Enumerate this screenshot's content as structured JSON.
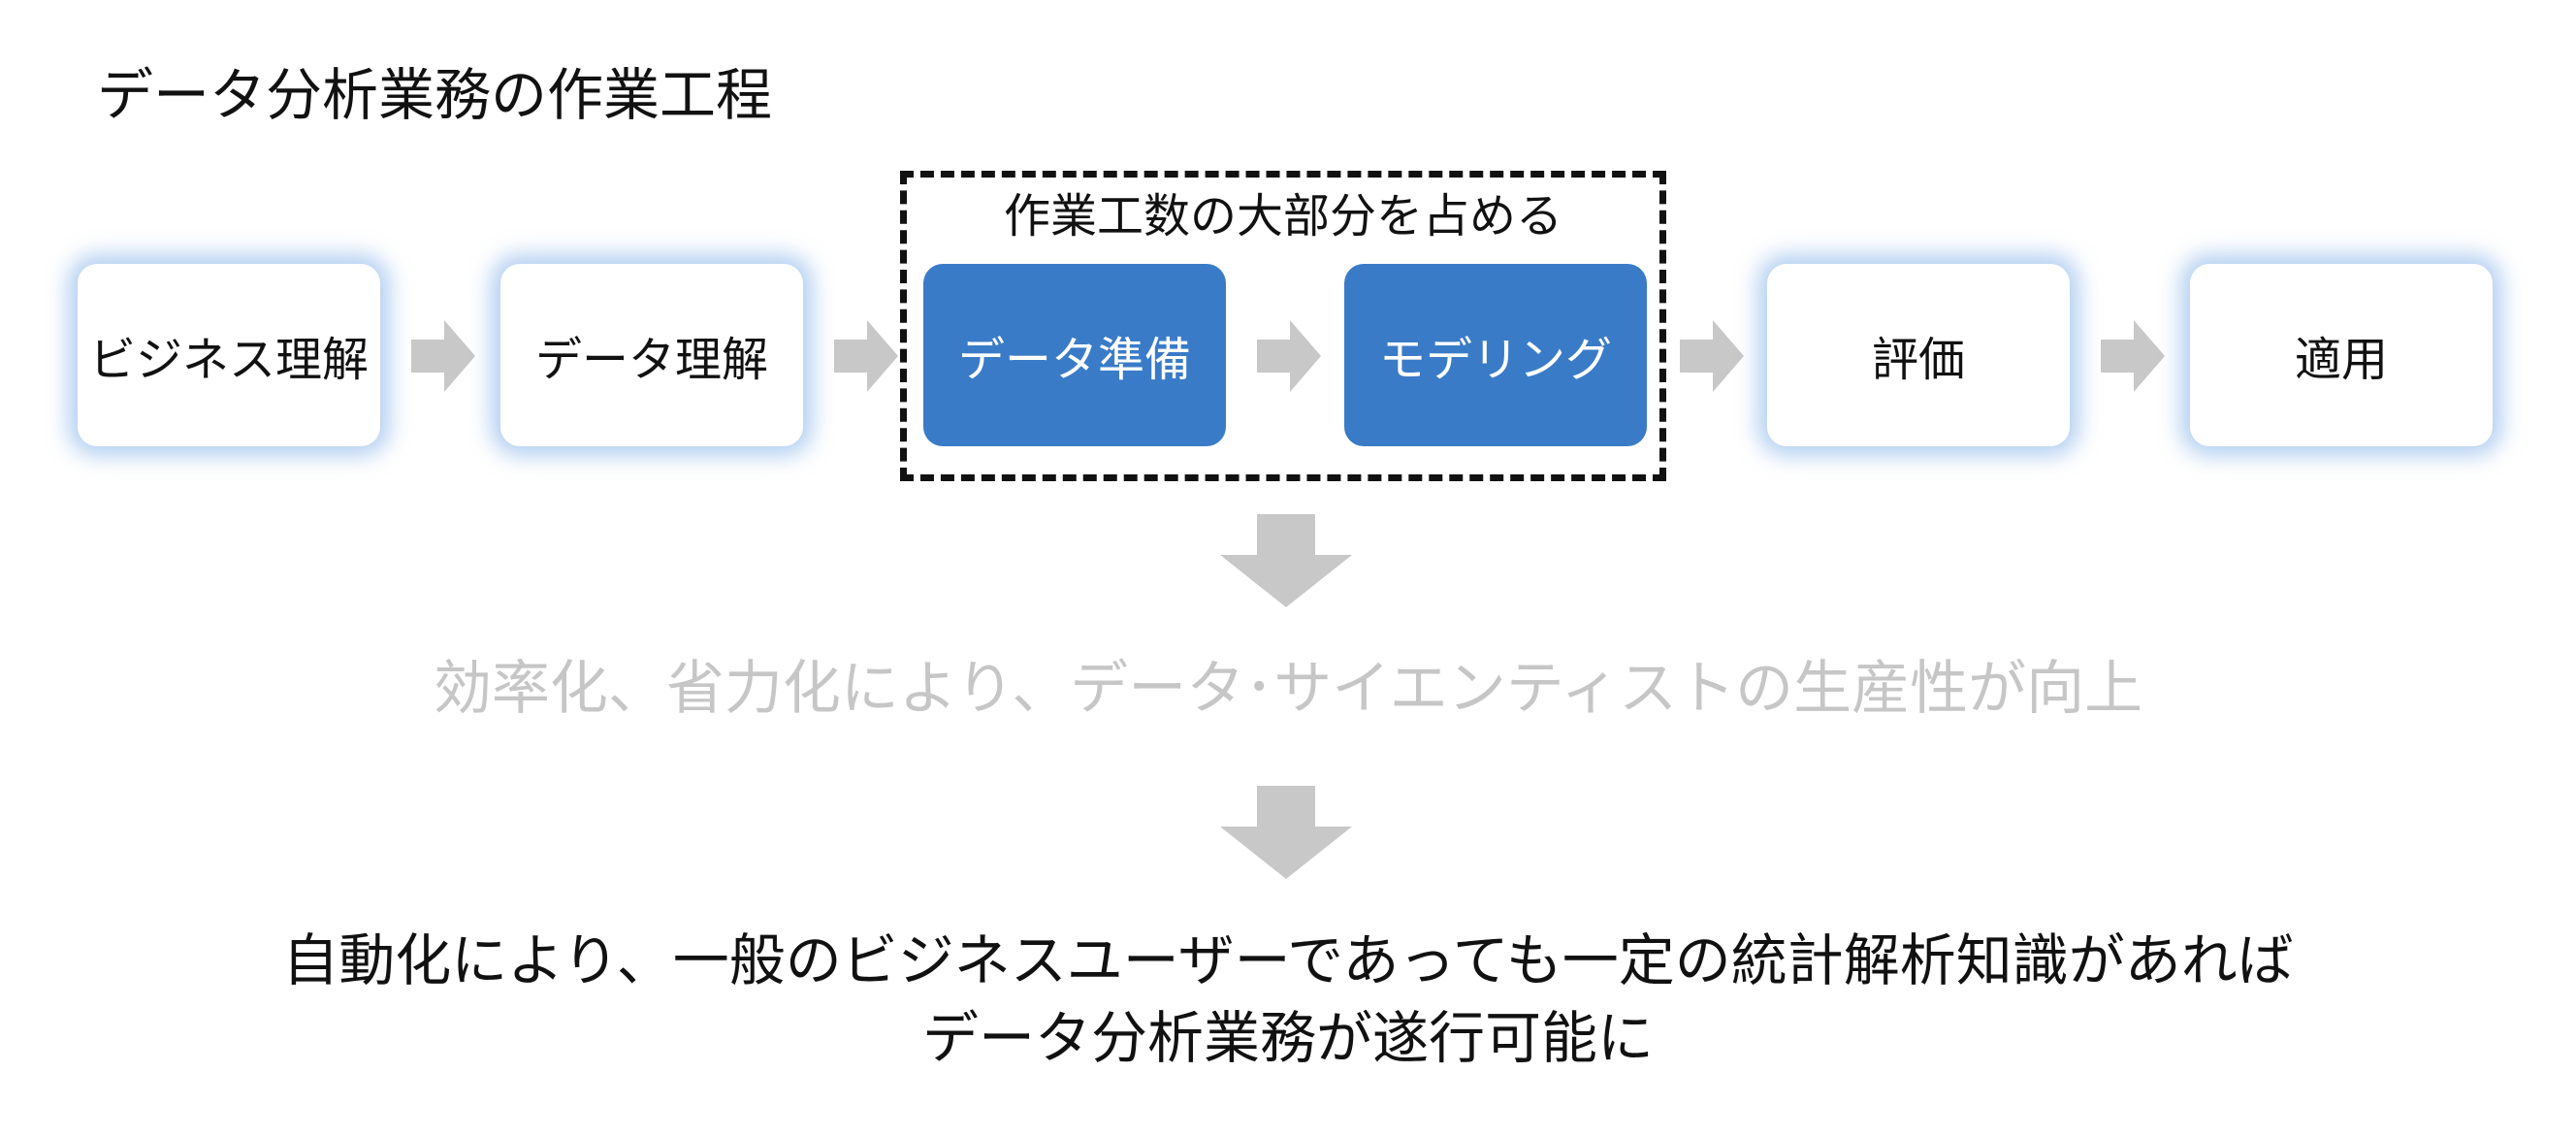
{
  "title": "データ分析業務の作業工程",
  "group_label": "作業工数の大部分を占める",
  "steps": [
    {
      "label": "ビジネス理解",
      "highlighted": false
    },
    {
      "label": "データ理解",
      "highlighted": false
    },
    {
      "label": "データ準備",
      "highlighted": true
    },
    {
      "label": "モデリング",
      "highlighted": true
    },
    {
      "label": "評価",
      "highlighted": false
    },
    {
      "label": "適用",
      "highlighted": false
    }
  ],
  "benefit_text": "効率化、省力化により、データ･サイエンティストの生産性が向上",
  "conclusion": {
    "line1": "自動化により、一般のビジネスユーザーであっても一定の統計解析知識があれば",
    "line2": "データ分析業務が遂行可能に"
  },
  "colors": {
    "highlight_fill": "#3a7bc8",
    "box_glow": "#78aae6",
    "arrow": "#c8c8c8",
    "muted_text": "#c6c6c6"
  },
  "icons": {
    "step_connector": "right-arrow-icon",
    "flow_down": "down-arrow-icon"
  }
}
